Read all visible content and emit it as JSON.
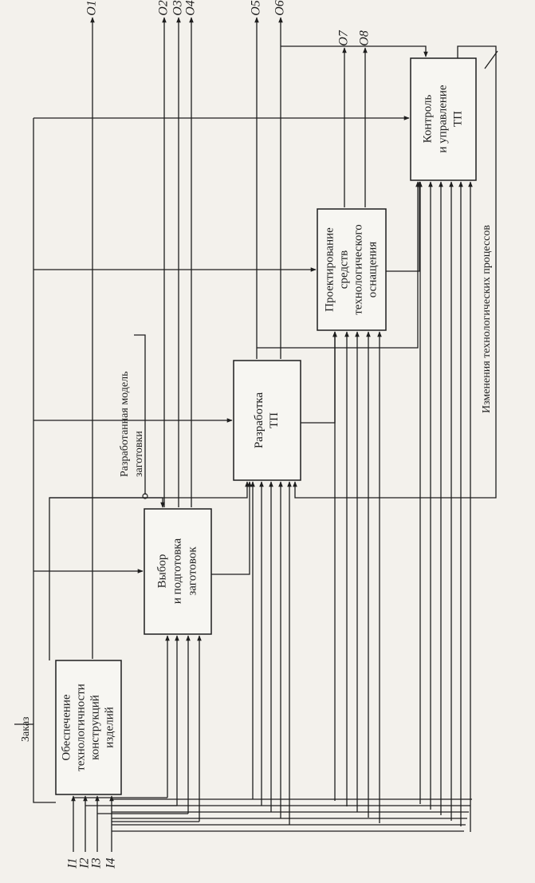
{
  "inputs": [
    "I1",
    "I2",
    "I3",
    "I4"
  ],
  "outputs": [
    "O1",
    "O2",
    "O3",
    "O4",
    "O5",
    "O6",
    "O7",
    "O8"
  ],
  "controls": {
    "order": "Заказ",
    "blank_model": [
      "Разработанная модель",
      "заготовки"
    ],
    "process_changes": "Изменения технологических процессов"
  },
  "blocks": [
    {
      "lines": [
        "Обеспечение",
        "технологичности",
        "конструкций",
        "изделий"
      ]
    },
    {
      "lines": [
        "Выбор",
        "и подготовка",
        "заготовок"
      ]
    },
    {
      "lines": [
        "Разработка",
        "ТП"
      ]
    },
    {
      "lines": [
        "Проектирование",
        "средств",
        "технологического",
        "оснащения"
      ]
    },
    {
      "lines": [
        "Контроль",
        "и управление",
        "ТП"
      ]
    }
  ]
}
